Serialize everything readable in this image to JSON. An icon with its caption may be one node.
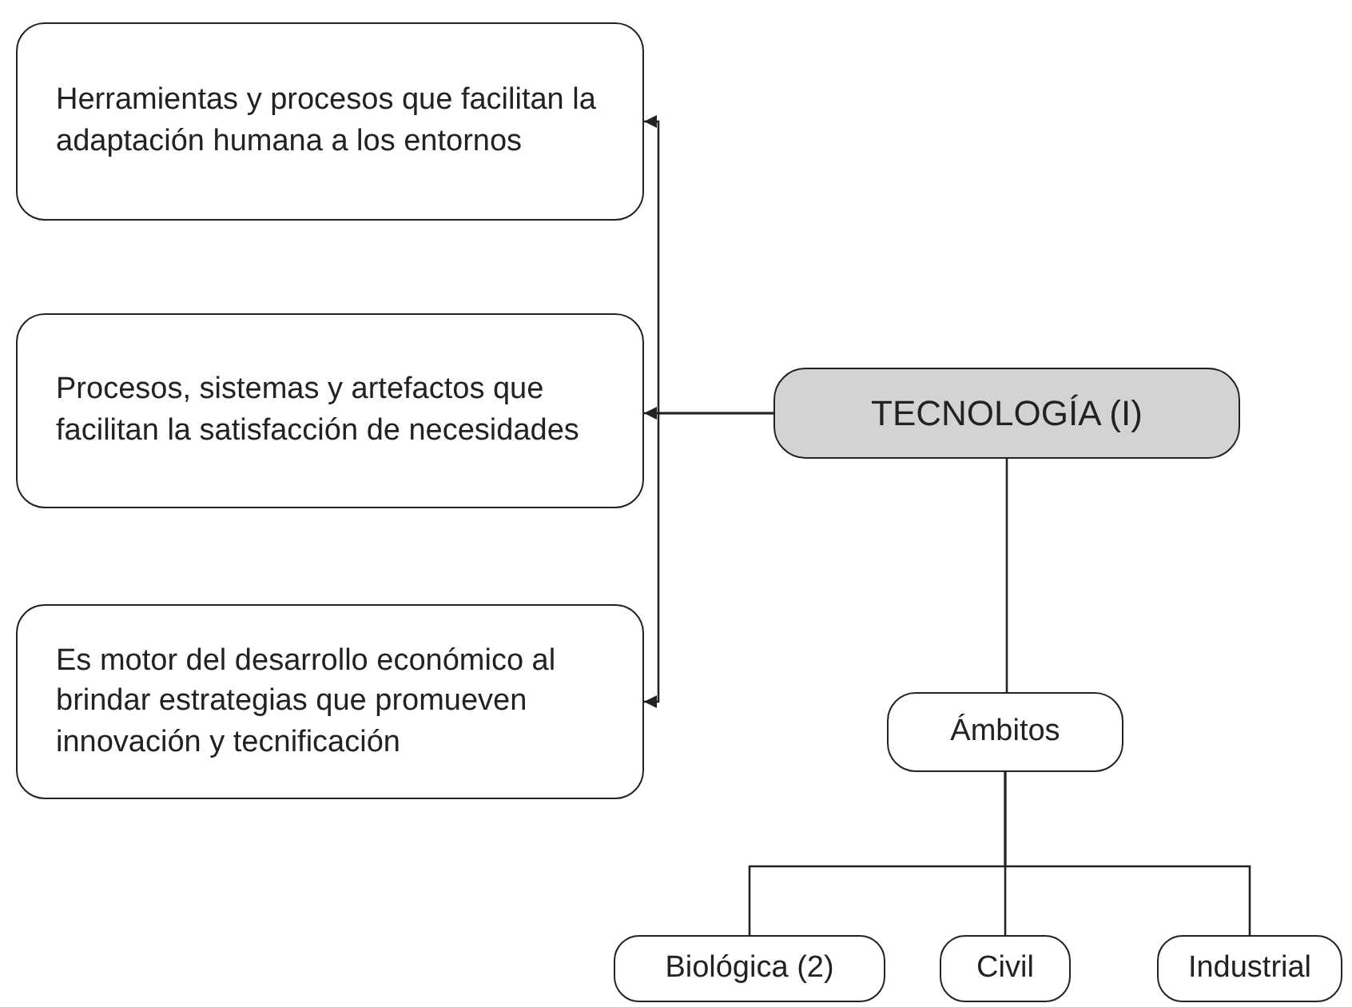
{
  "diagram": {
    "nodes": [
      {
        "text": [
          "TECNOLOGÍA (I)"
        ]
      },
      {
        "text": [
          "Herramientas y procesos que facilitan la adaptación humana a los entornos"
        ]
      },
      {
        "text": [
          "Procesos, sistemas y artefactos que facilitan la satisfacción de necesidades"
        ]
      },
      {
        "text": [
          "Es motor del desarrollo económico al brindar estrategias que promueven innovación y tecnificación"
        ]
      },
      {
        "text": [
          "Ámbitos"
        ]
      },
      {
        "text": [
          "Biológica (2)"
        ]
      },
      {
        "text": [
          "Civil"
        ]
      },
      {
        "text": [
          "Industrial"
        ]
      }
    ],
    "edges": [
      {
        "from": 0,
        "to": 1,
        "arrow": "to"
      },
      {
        "from": 0,
        "to": 2,
        "arrow": "to"
      },
      {
        "from": 0,
        "to": 3,
        "arrow": "to"
      },
      {
        "from": 0,
        "to": 4,
        "arrow": "none"
      },
      {
        "from": 4,
        "to": 5,
        "arrow": "none"
      },
      {
        "from": 4,
        "to": 6,
        "arrow": "none"
      },
      {
        "from": 4,
        "to": 7,
        "arrow": "none"
      }
    ]
  }
}
